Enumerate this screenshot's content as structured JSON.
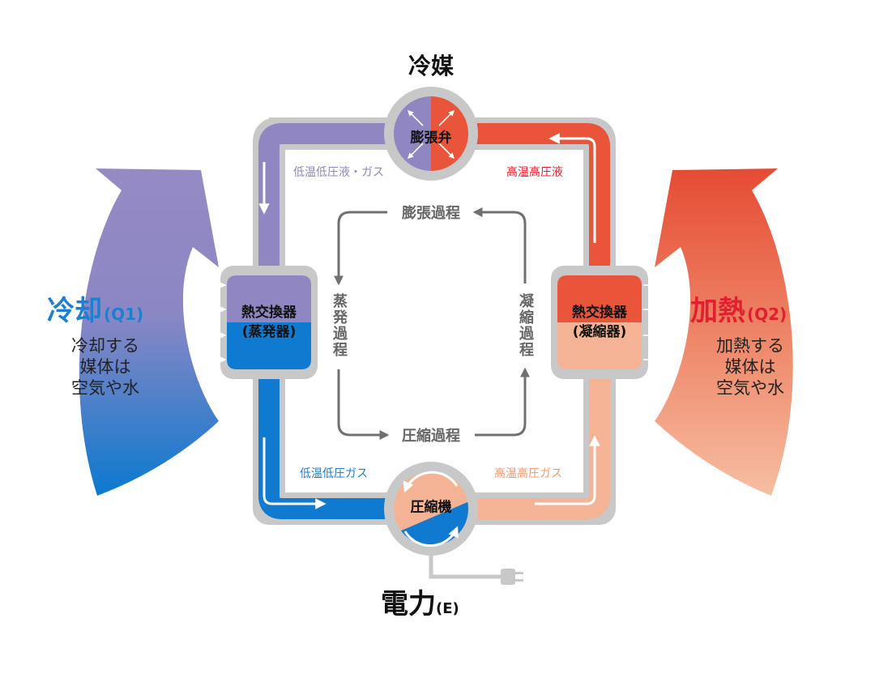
{
  "diagram": {
    "title": "冷媒",
    "cooling": {
      "label": "冷却",
      "sub": "(Q1)",
      "desc": [
        "冷却する",
        "媒体は",
        "空気や水"
      ]
    },
    "heating": {
      "label": "加熱",
      "sub": "(Q2)",
      "desc": [
        "加熱する",
        "媒体は",
        "空気や水"
      ]
    },
    "evaporator": {
      "line1": "熱交換器",
      "line2": "(蒸発器)"
    },
    "condenser": {
      "line1": "熱交換器",
      "line2": "(凝縮器)"
    },
    "expansion_valve": "膨張弁",
    "compressor": "圧縮機",
    "states": {
      "low_temp_low_pressure_liquid_gas": "低温低圧液・ガス",
      "high_temp_high_pressure_liquid": "高温高圧液",
      "low_temp_low_pressure_gas": "低温低圧ガス",
      "high_temp_high_pressure_gas": "高温高圧ガス"
    },
    "processes": {
      "expansion": "膨張過程",
      "evaporation": "蒸発過程",
      "condensation": "凝縮過程",
      "compression": "圧縮過程"
    },
    "power": {
      "label": "電力",
      "sub": "(E)"
    },
    "colors": {
      "purple": "#8f86c2",
      "blue": "#0f7ad0",
      "red_orange": "#e8553a",
      "salmon": "#f4b394",
      "gray": "#c8c8c8",
      "process_gray": "#707070"
    }
  }
}
